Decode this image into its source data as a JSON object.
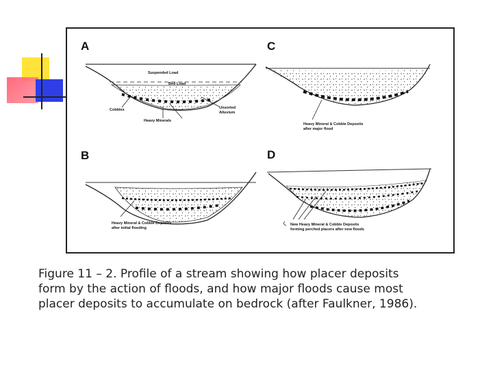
{
  "panels": {
    "a": {
      "letter": "A",
      "suspended_load": "Suspended Load",
      "bed_load": "Bed Load",
      "cobbles": "Cobbles",
      "unsorted_line1": "Unsorted",
      "unsorted_line2": "Alluvium",
      "heavy_minerals": "Heavy Minerals"
    },
    "b": {
      "letter": "B",
      "label_line1": "Heavy Mineral & Cobble Deposits",
      "label_line2": "after initial flooding"
    },
    "c": {
      "letter": "C",
      "label_line1": "Heavy Mineral & Cobble Deposits",
      "label_line2": "after major flood"
    },
    "d": {
      "letter": "D",
      "label_line1": "New Heavy Mineral & Cobble Deposits",
      "label_line2": "forming perched placers after new floods"
    }
  },
  "caption": {
    "line1": "Figure 11 – 2.  Profile of a stream showing how placer deposits",
    "line2": "form by the action of floods, and how major floods cause most",
    "line3": "placer deposits to accumulate on bedrock (after Faulkner, 1986)."
  }
}
